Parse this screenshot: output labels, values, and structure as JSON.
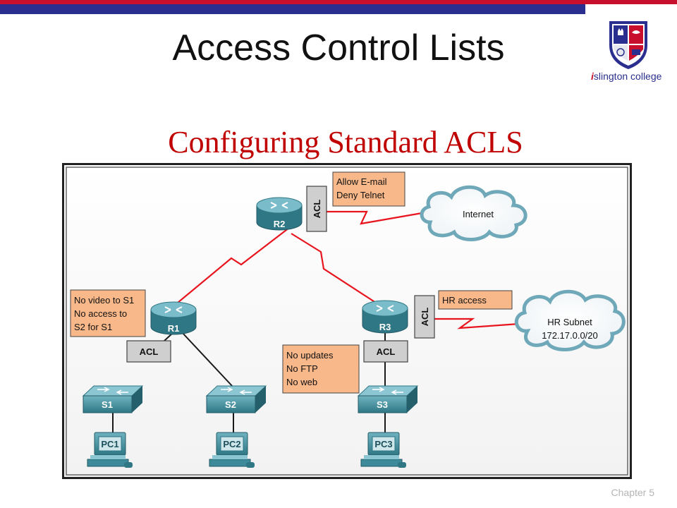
{
  "slide": {
    "title": "Access Control Lists",
    "subtitle": "Configuring Standard ACLS",
    "footer": "Chapter 5",
    "logo_brand_i": "i",
    "logo_brand_rest": "slington",
    "logo_brand_college": "college"
  },
  "diagram": {
    "routers": [
      "R2",
      "R1",
      "R3"
    ],
    "switches": [
      "S1",
      "S2",
      "S3"
    ],
    "pcs": [
      "PC1",
      "PC2",
      "PC3"
    ],
    "acl_label": "ACL",
    "clouds": {
      "internet": "Internet",
      "hr_line1": "HR Subnet",
      "hr_line2": "172.17.0.0/20"
    },
    "notes": {
      "r2": [
        "Allow E-mail",
        "Deny Telnet"
      ],
      "r1": [
        "No video to S1",
        "No access to",
        "S2 for S1"
      ],
      "r3": [
        "HR access"
      ],
      "s3": [
        "No updates",
        "No FTP",
        "No web"
      ]
    }
  },
  "colors": {
    "band_red": "#c8102e",
    "band_navy": "#2a2f8f",
    "subtitle_red": "#c00000",
    "note_fill": "#f9b889",
    "device_teal": "#3d8a9a",
    "link_red": "#e8141e"
  }
}
